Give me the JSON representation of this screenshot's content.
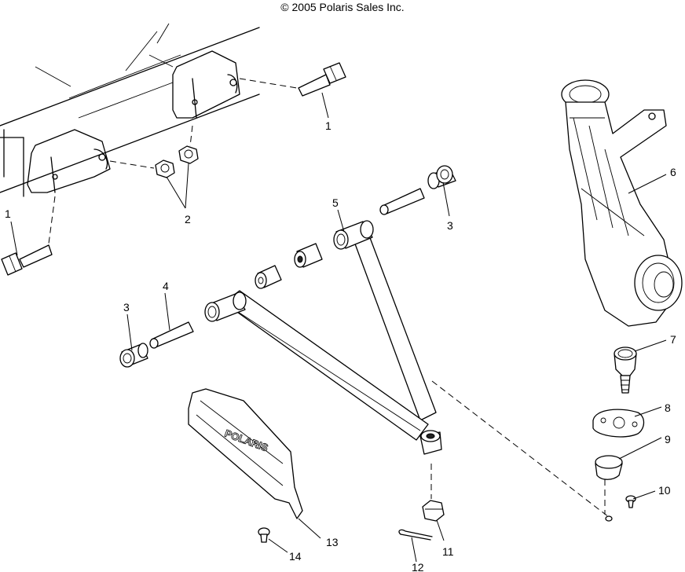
{
  "diagram": {
    "copyright": "© 2005 Polaris Sales Inc.",
    "guard_brand_text": "POLARIS",
    "callouts": [
      {
        "id": "1a",
        "label": "1"
      },
      {
        "id": "1b",
        "label": "1"
      },
      {
        "id": "2",
        "label": "2"
      },
      {
        "id": "3a",
        "label": "3"
      },
      {
        "id": "3b",
        "label": "3"
      },
      {
        "id": "4",
        "label": "4"
      },
      {
        "id": "5",
        "label": "5"
      },
      {
        "id": "6",
        "label": "6"
      },
      {
        "id": "7",
        "label": "7"
      },
      {
        "id": "8",
        "label": "8"
      },
      {
        "id": "9",
        "label": "9"
      },
      {
        "id": "10",
        "label": "10"
      },
      {
        "id": "11",
        "label": "11"
      },
      {
        "id": "12",
        "label": "12"
      },
      {
        "id": "13",
        "label": "13"
      },
      {
        "id": "14",
        "label": "14"
      }
    ]
  }
}
